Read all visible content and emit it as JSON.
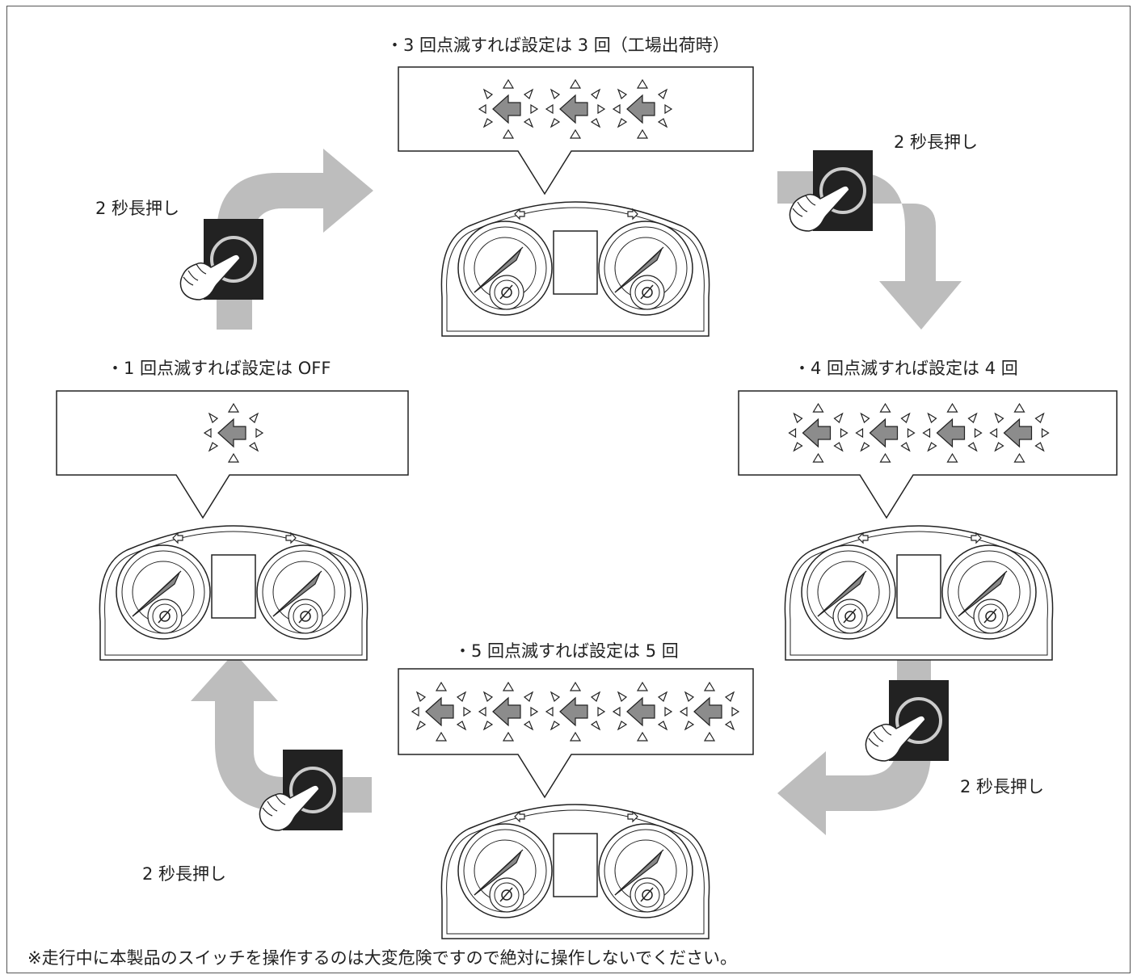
{
  "diagram": {
    "states": [
      {
        "id": "s3",
        "caption": "・3 回点滅すれば設定は 3 回（工場出荷時）",
        "blinks": 3
      },
      {
        "id": "s4",
        "caption": "・4 回点滅すれば設定は 4 回",
        "blinks": 4
      },
      {
        "id": "s5",
        "caption": "・5 回点滅すれば設定は 5 回",
        "blinks": 5
      },
      {
        "id": "s1",
        "caption": "・1 回点滅すれば設定は OFF",
        "blinks": 1
      }
    ],
    "transitions": [
      {
        "id": "t1",
        "label": "2 秒長押し",
        "from": "s1",
        "to": "s3"
      },
      {
        "id": "t2",
        "label": "2 秒長押し",
        "from": "s3",
        "to": "s4"
      },
      {
        "id": "t3",
        "label": "2 秒長押し",
        "from": "s4",
        "to": "s5"
      },
      {
        "id": "t4",
        "label": "2 秒長押し",
        "from": "s5",
        "to": "s1"
      }
    ],
    "footer_note": "※走行中に本製品のスイッチを操作するのは大変危険ですので絶対に操作しないでください。"
  },
  "colors": {
    "arrow_gray": "#bdbdbd",
    "icon_gray": "#8c8c8c",
    "switch_black": "#222222",
    "outline": "#222222"
  }
}
